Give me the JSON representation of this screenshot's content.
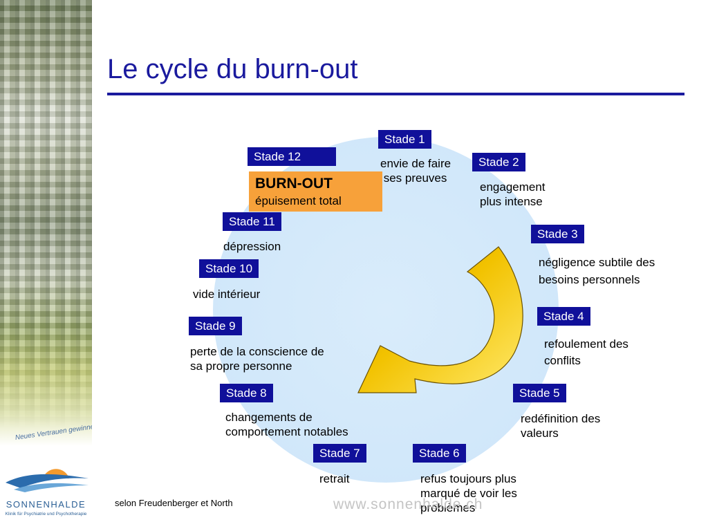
{
  "title": "Le cycle du burn-out",
  "burnout": {
    "title": "BURN-OUT",
    "subtitle": "épuisement total"
  },
  "stages": [
    {
      "label": "Stade 1",
      "desc": "envie de faire\n ses preuves"
    },
    {
      "label": "Stade 2",
      "desc": "engagement\nplus intense"
    },
    {
      "label": "Stade 3",
      "desc": "négligence subtile des\nbesoins personnels"
    },
    {
      "label": "Stade 4",
      "desc": "refoulement des\nconflits"
    },
    {
      "label": "Stade 5",
      "desc": "redéfinition des\nvaleurs"
    },
    {
      "label": "Stade 6",
      "desc": "refus toujours plus\nmarqué de voir les\nproblèmes"
    },
    {
      "label": "Stade 7",
      "desc": "retrait"
    },
    {
      "label": "Stade 8",
      "desc": "changements de\ncomportement notables"
    },
    {
      "label": "Stade 9",
      "desc": "perte de la conscience de\nsa propre personne"
    },
    {
      "label": "Stade 10",
      "desc": "vide intérieur"
    },
    {
      "label": "Stade 11",
      "desc": "dépression"
    },
    {
      "label": "Stade 12",
      "desc": ""
    }
  ],
  "credit": "selon Freudenberger et North",
  "watermark": "www.sonnenhalde.ch",
  "sidebar": {
    "slogan": "Neues Vertrauen gewinnen",
    "brand": "SONNENHALDE",
    "brand_sub": "Klinik für Psychiatrie und Psychotherapie"
  },
  "colors": {
    "title": "#1a1a9e",
    "stage_box": "#10109a",
    "burnout_box": "#f7a13a",
    "circle": "#d2e8fa",
    "arrow": "#f2c200"
  },
  "icons": [
    "curved-arrow-icon",
    "sonnenhalde-logo-icon"
  ]
}
